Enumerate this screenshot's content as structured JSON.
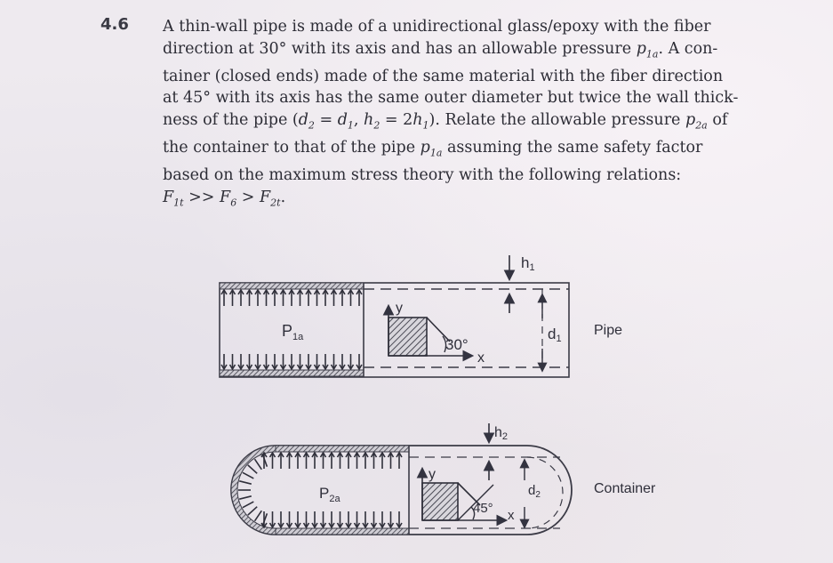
{
  "problem": {
    "number": "4.6",
    "lines": [
      "A thin-wall pipe is made of a unidirectional glass/epoxy with the fiber",
      "direction at 30° with its axis and has an allowable pressure ",
      "tainer (closed ends) made of the same material with the fiber direction",
      "at 45° with its axis has the same outer diameter but twice the wall thick-",
      "ness of the pipe (",
      "the container to that of the pipe ",
      "based on the maximum stress theory with the following relations:"
    ],
    "line2_tail": ". A con-",
    "line5_tail": "). Relate the allowable pressure ",
    "line5_end": " of",
    "line6_tail": " assuming the same safety factor",
    "relation_sym_1": "p",
    "relation_sub_1": "1a",
    "relation_sym_2": "p",
    "relation_sub_2": "2a",
    "eq_d2": "d",
    "eq_d2_sub": "2",
    "eq_equals_1": " = ",
    "eq_d1": "d",
    "eq_d1_sub": "1",
    "eq_comma": ", ",
    "eq_h2": "h",
    "eq_h2_sub": "2",
    "eq_equals_2": " = 2",
    "eq_h1": "h",
    "eq_h1_sub": "1",
    "strength_line": {
      "f1": "F",
      "f1_sub": "1t",
      "gt1": " >> ",
      "f6": "F",
      "f6_sub": "6",
      "gt2": " > ",
      "f2": "F",
      "f2_sub": "2t",
      "end": "."
    }
  },
  "figure": {
    "pipe": {
      "pressure_label": "P",
      "pressure_sub": "1a",
      "y_label": "y",
      "x_label": "x",
      "angle_label": "30°",
      "diameter_label": "d",
      "diameter_sub": "1",
      "thickness_label": "h",
      "thickness_sub": "1",
      "caption": "Pipe"
    },
    "container": {
      "pressure_label": "P",
      "pressure_sub": "2a",
      "y_label": "y",
      "x_label": "x",
      "angle_label": "45°",
      "diameter_label": "d",
      "diameter_sub": "2",
      "thickness_label": "h",
      "thickness_sub": "2",
      "caption": "Container"
    }
  }
}
